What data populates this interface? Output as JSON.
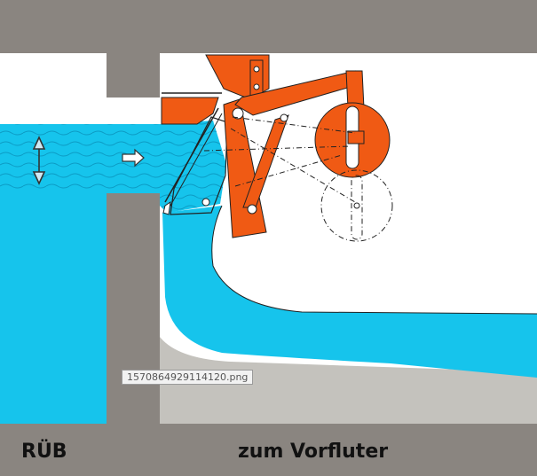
{
  "labels": {
    "left": "RÜB",
    "right": "zum Vorfluter",
    "image_tag": "1570864929114120.png"
  },
  "colors": {
    "frame": "#8a8580",
    "water": "#16c4ec",
    "mechanism": "#f05a14",
    "basin": "#ffffff",
    "floor": "#c4c2bd",
    "outline": "#222222"
  },
  "icons": {
    "level": "double-arrow-vertical-icon",
    "flow": "flow-direction-arrow-icon"
  }
}
